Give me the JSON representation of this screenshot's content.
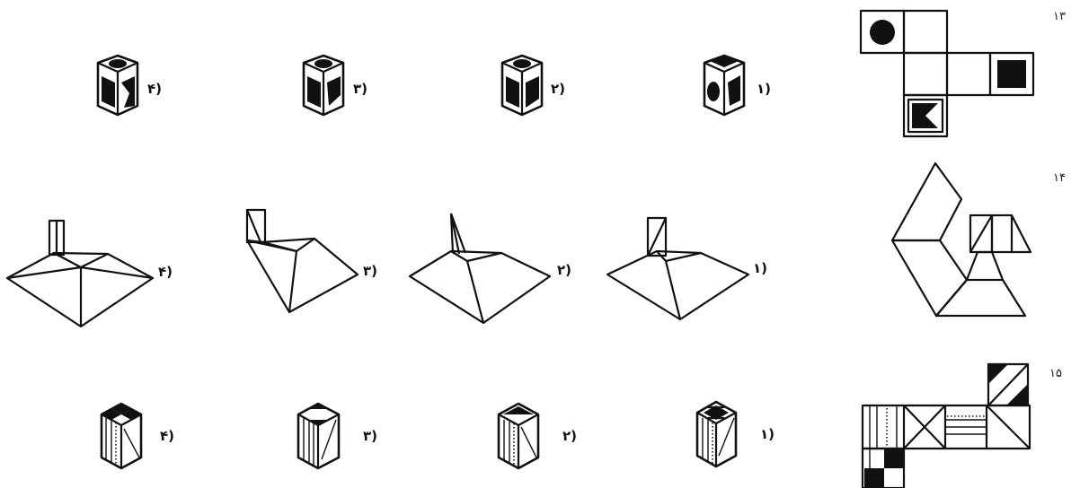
{
  "questions": [
    {
      "number": "۱۳",
      "options": [
        "۱)",
        "۲)",
        "۳)",
        "۴)"
      ]
    },
    {
      "number": "۱۴",
      "options": [
        "۱)",
        "۲)",
        "۳)",
        "۴)"
      ]
    },
    {
      "number": "۱۵",
      "options": [
        "۱)",
        "۲)",
        "۳)",
        "۴)"
      ]
    }
  ]
}
